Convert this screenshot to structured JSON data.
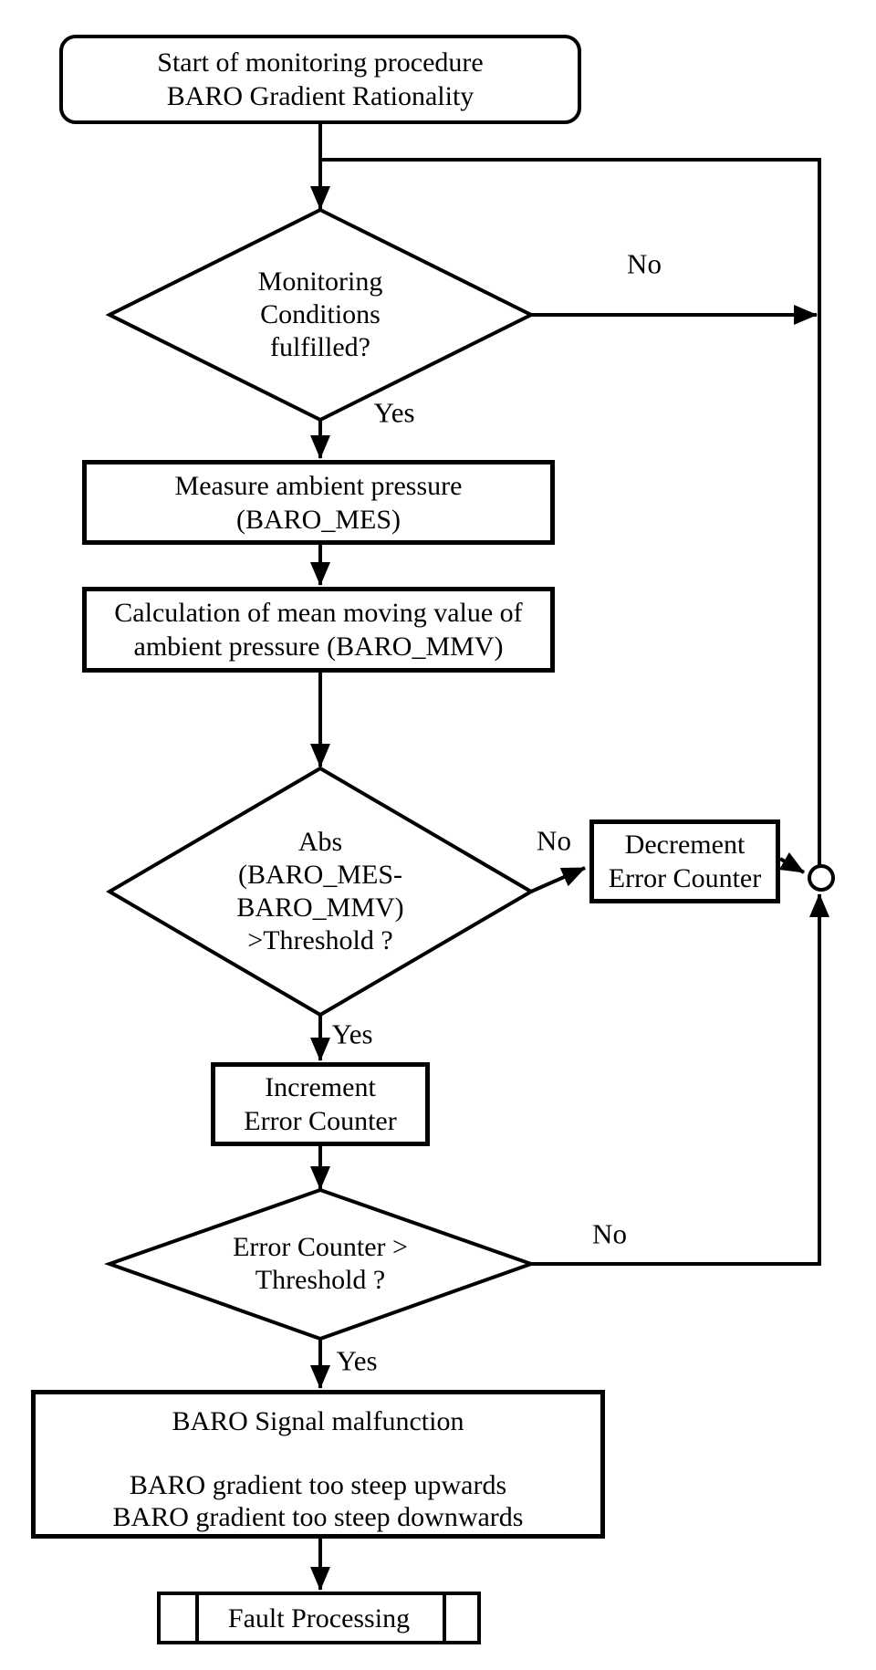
{
  "colors": {
    "stroke": "#000000",
    "fill": "#ffffff"
  },
  "nodes": {
    "start": {
      "line1": "Start of monitoring procedure",
      "line2": "BARO Gradient Rationality"
    },
    "monitoring_decision": {
      "line1": "Monitoring",
      "line2": "Conditions",
      "line3": "fulfilled?"
    },
    "measure": {
      "line1": "Measure ambient pressure",
      "line2": "(BARO_MES)"
    },
    "calculation": {
      "line1": "Calculation of mean moving value of",
      "line2": "ambient pressure (BARO_MMV)"
    },
    "abs_decision": {
      "line1": "Abs",
      "line2": "(BARO_MES-",
      "line3": "BARO_MMV)",
      "line4": ">Threshold ?"
    },
    "decrement": {
      "line1": "Decrement",
      "line2": "Error Counter"
    },
    "increment": {
      "line1": "Increment",
      "line2": "Error Counter"
    },
    "counter_decision": {
      "line1": "Error Counter >",
      "line2": "Threshold ?"
    },
    "malfunction": {
      "line1": "BARO Signal malfunction",
      "line2": "BARO gradient too steep upwards",
      "line3": "BARO gradient too steep downwards"
    },
    "fault": {
      "label": "Fault Processing"
    }
  },
  "labels": {
    "monitoring_no": "No",
    "monitoring_yes": "Yes",
    "abs_no": "No",
    "abs_yes": "Yes",
    "counter_no": "No",
    "counter_yes": "Yes"
  }
}
